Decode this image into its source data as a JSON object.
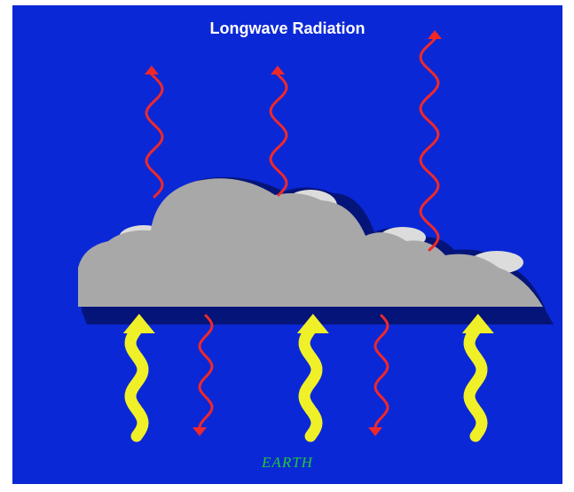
{
  "diagram": {
    "title": "Longwave Radiation",
    "ground_label": "EARTH",
    "colors": {
      "background": "#0b28d6",
      "cloud": "#a8a8a8",
      "cloud_highlight": "#dcdcdc",
      "cloud_shadow": "#051478",
      "emitted_arrow": "#f02828",
      "absorbed_arrow": "#f0f028",
      "title_text": "#ffffff",
      "earth_text": "#22c832"
    },
    "arrows": [
      {
        "kind": "red-upward",
        "icon": "wavy-arrow-up-icon"
      },
      {
        "kind": "red-downward",
        "icon": "wavy-arrow-down-icon"
      },
      {
        "kind": "yellow-upward",
        "icon": "wide-wavy-arrow-up-icon"
      }
    ]
  }
}
